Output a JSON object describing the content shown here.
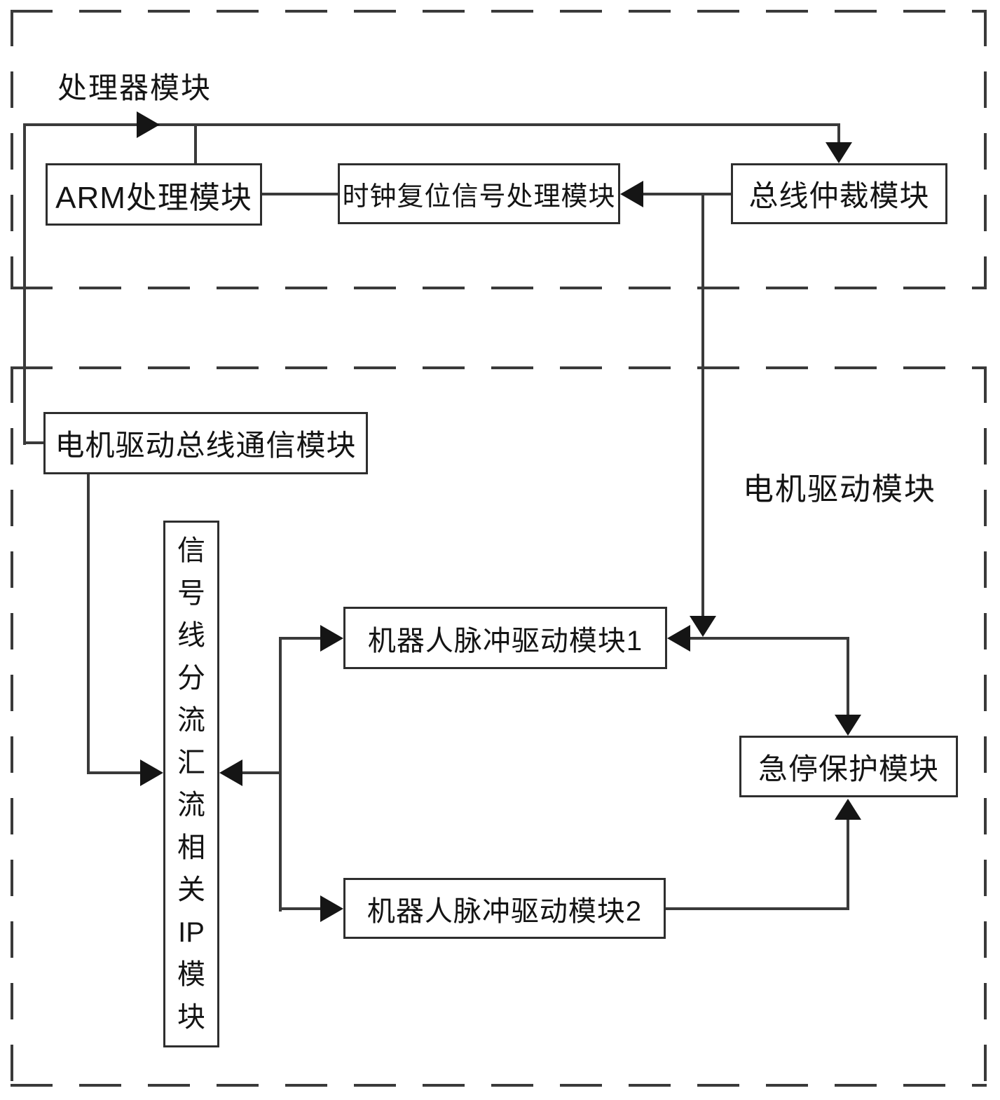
{
  "diagram": {
    "title_hint": "FPGA robot motor-drive control block diagram (patent figure)",
    "colors": {
      "line": "#3a3a3a",
      "arrow": "#151515",
      "box_border": "#2e2e2e",
      "background": "#ffffff",
      "text": "#141414"
    },
    "containers": [
      {
        "id": "processor_module",
        "label": "处理器模块"
      },
      {
        "id": "motor_drive_module",
        "label": "电机驱动模块"
      }
    ],
    "nodes": {
      "arm": {
        "label": "ARM处理模块"
      },
      "clock_reset": {
        "label": "时钟复位信号处理模块"
      },
      "bus_arbiter": {
        "label": "总线仲裁模块"
      },
      "motor_bus_comm": {
        "label": "电机驱动总线通信模块"
      },
      "signal_ip": {
        "label": "信号线分流汇流相关IP模块",
        "chars": [
          "信",
          "号",
          "线",
          "分",
          "流",
          "汇",
          "流",
          "相",
          "关",
          "IP",
          "模",
          "块"
        ]
      },
      "robot_pulse_1": {
        "label": "机器人脉冲驱动模块1"
      },
      "estop": {
        "label": "急停保护模块"
      },
      "robot_pulse_2": {
        "label": "机器人脉冲驱动模块2"
      }
    },
    "edges": [
      {
        "from": "motor_bus_comm",
        "to": "bus_arbiter",
        "note": "top bus line, right then down arrow"
      },
      {
        "from": "motor_bus_comm",
        "to": "arm",
        "note": "branch drop from top bus line"
      },
      {
        "from": "arm",
        "to": "clock_reset",
        "note": "plain line, no arrow"
      },
      {
        "from": "bus_arbiter",
        "to": "clock_reset",
        "note": "left arrow"
      },
      {
        "from": "bus_arbiter",
        "to": "robot_pulse_1",
        "note": "vertical drop, left arrow into right edge"
      },
      {
        "from": "bus_arbiter",
        "to": "estop",
        "note": "down arrow into top edge"
      },
      {
        "from": "motor_bus_comm",
        "to": "signal_ip",
        "note": "right arrow into left edge"
      },
      {
        "from": "branch_trunk",
        "to": "signal_ip",
        "note": "left arrow into right edge"
      },
      {
        "from": "branch_trunk",
        "to": "robot_pulse_1",
        "note": "right arrow into left edge"
      },
      {
        "from": "branch_trunk",
        "to": "robot_pulse_2",
        "note": "right arrow into left edge"
      },
      {
        "from": "robot_pulse_2",
        "to": "estop",
        "note": "up arrow into bottom edge"
      }
    ],
    "icons": {
      "arrowhead_right": "▶",
      "arrowhead_left": "◀",
      "arrowhead_up": "▲",
      "arrowhead_down": "▼"
    }
  }
}
